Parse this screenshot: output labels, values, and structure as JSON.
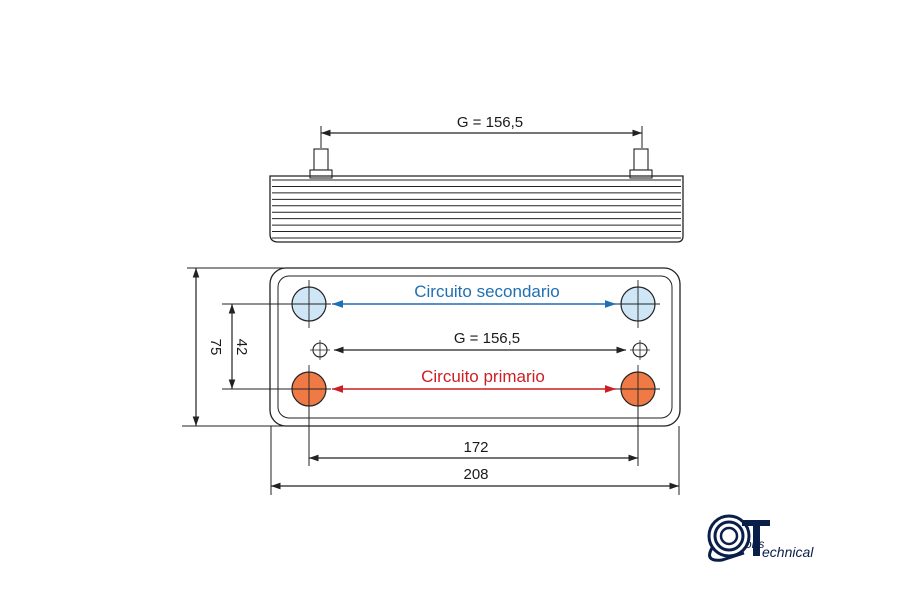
{
  "top_view": {
    "g_label": "G = 156,5"
  },
  "front_view": {
    "secondary_label": "Circuito secondario",
    "primary_label": "Circuito primario",
    "g_label": "G = 156,5",
    "dim_inner_width": "172",
    "dim_outer_width": "208",
    "dim_height": "75",
    "dim_port_spacing": "42"
  },
  "colors": {
    "secondary": "#1f6fb2",
    "primary": "#cc1f24",
    "port_secondary_fill": "#cfe6f7",
    "port_primary_fill": "#f07a45",
    "line": "#222222"
  },
  "logo": {
    "text_part1": "oris",
    "text_part2": "echnical"
  }
}
